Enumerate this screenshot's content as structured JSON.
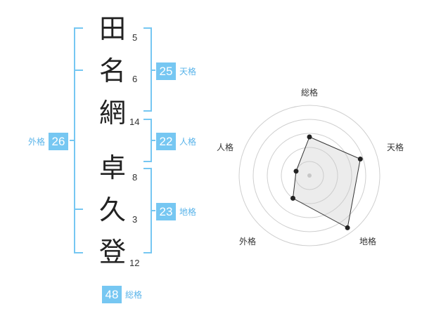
{
  "name": {
    "surname": [
      {
        "char": "田",
        "strokes": "5"
      },
      {
        "char": "名",
        "strokes": "6"
      },
      {
        "char": "網",
        "strokes": "14"
      }
    ],
    "given": [
      {
        "char": "卓",
        "strokes": "8"
      },
      {
        "char": "久",
        "strokes": "3"
      },
      {
        "char": "登",
        "strokes": "12"
      }
    ]
  },
  "fortunes": {
    "tenkaku": {
      "value": "25",
      "label": "天格"
    },
    "jinkaku": {
      "value": "22",
      "label": "人格"
    },
    "chikaku": {
      "value": "23",
      "label": "地格"
    },
    "gaikaku": {
      "value": "26",
      "label": "外格"
    },
    "soukaku": {
      "value": "48",
      "label": "総格"
    }
  },
  "colors": {
    "accent": "#76c7f2",
    "bracket": "#76c7f2",
    "label": "#5ab4ea"
  },
  "chart_data": {
    "type": "radar",
    "axes": [
      "総格",
      "天格",
      "地格",
      "外格",
      "人格"
    ],
    "values": [
      0.55,
      0.76,
      0.92,
      0.4,
      0.2
    ],
    "rings": 5
  }
}
